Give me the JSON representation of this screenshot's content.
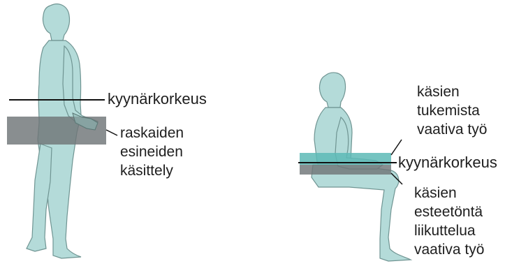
{
  "colors": {
    "figure_fill": "#b4dbd9",
    "figure_stroke": "#6f9492",
    "zone_dark": "#6f7577",
    "zone_teal": "#5dbab6",
    "line": "#111111",
    "text": "#1e1e1e"
  },
  "standing": {
    "elbow_height_label": "kyynärkorkeus",
    "heavy_items_label": [
      "raskaiden",
      "esineiden",
      "käsittely"
    ]
  },
  "sitting": {
    "arm_support_label": [
      "käsien",
      "tukemista",
      "vaativa työ"
    ],
    "elbow_height_label": "kyynärkorkeus",
    "free_movement_label": [
      "käsien",
      "esteetöntä",
      "liikuttelua",
      "vaativa työ"
    ]
  }
}
